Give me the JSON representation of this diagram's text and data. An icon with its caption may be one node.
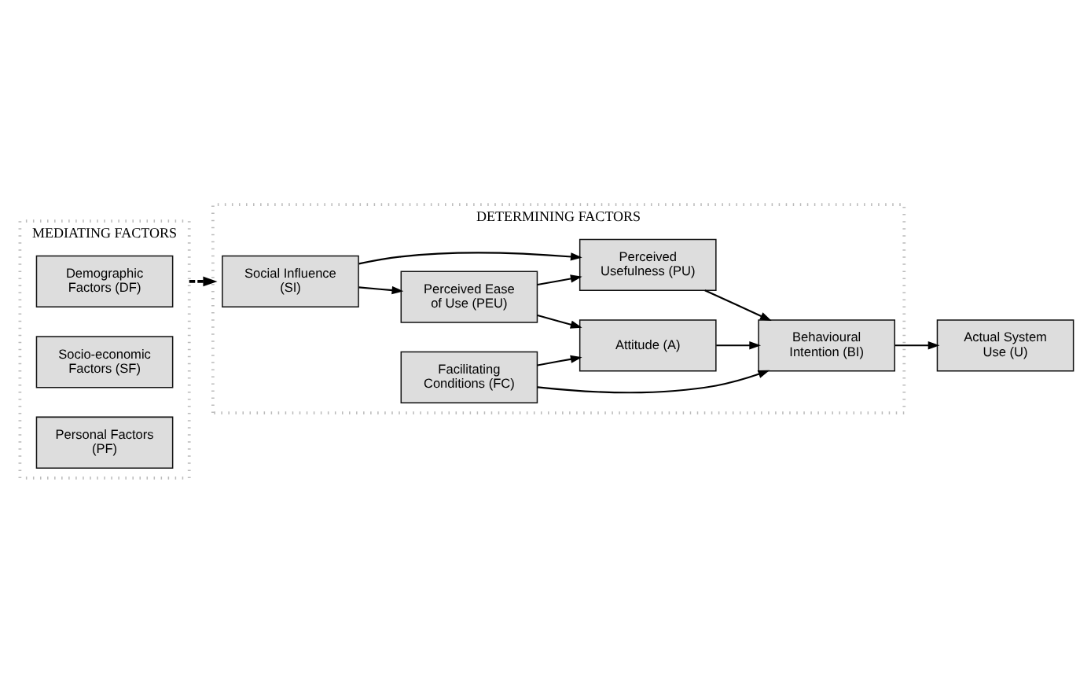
{
  "diagram": {
    "nodes": [
      {
        "text": [
          "DETERMINING FACTORS"
        ]
      },
      {
        "text": [
          "Social Influence (SI)"
        ],
        "in": 0
      },
      {
        "text": [
          "Perceived Usefulness (PU)"
        ],
        "in": 0
      },
      {
        "text": [
          "Behavioural Intention (BI)"
        ],
        "in": 0
      },
      {
        "text": [
          "Perceived Ease of Use (PEU)"
        ],
        "in": 0
      },
      {
        "text": [
          "Attitude (A)"
        ],
        "in": 0
      },
      {
        "text": [
          "Facilitating Conditions (FC)"
        ],
        "in": 0
      },
      {
        "text": [
          "Actual System Use (U)"
        ]
      },
      {
        "text": [
          "MEDIATING FACTORS"
        ]
      },
      {
        "text": [
          "Demographic Factors (DF)"
        ],
        "in": 8
      },
      {
        "text": [
          "Socio-economic Factors (SF)"
        ],
        "in": 8
      },
      {
        "text": [
          "Personal Factors (PF)"
        ],
        "in": 8
      }
    ],
    "edges": [
      {
        "from": 1,
        "to": 2,
        "arrow": "to"
      },
      {
        "from": 1,
        "to": 4,
        "arrow": "to"
      },
      {
        "from": 2,
        "to": 3,
        "arrow": "to"
      },
      {
        "from": 4,
        "to": 2,
        "arrow": "to"
      },
      {
        "from": 4,
        "to": 5,
        "arrow": "to"
      },
      {
        "from": 5,
        "to": 3,
        "arrow": "to"
      },
      {
        "from": 6,
        "to": 5,
        "arrow": "to"
      },
      {
        "from": 6,
        "to": 3,
        "arrow": "to"
      },
      {
        "from": 3,
        "to": 7,
        "arrow": "to"
      },
      {
        "from": 8,
        "to": 0,
        "arrow": "to",
        "style": "dashed"
      }
    ]
  }
}
